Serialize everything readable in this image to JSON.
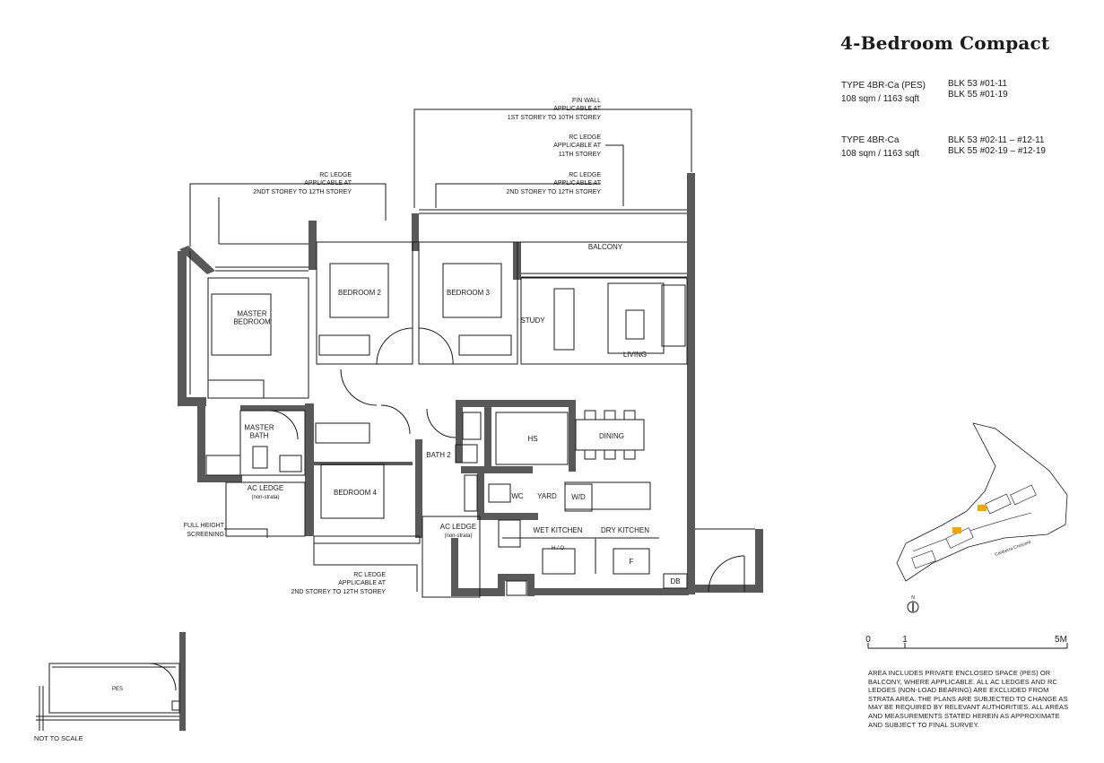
{
  "header": {
    "title": "4-Bedroom Compact"
  },
  "unit_types": [
    {
      "type": "TYPE 4BR-Ca (PES)",
      "area": "108 sqm / 1163 sqft",
      "blocks": [
        "BLK 53 #01-11",
        "BLK 55 #01-19"
      ]
    },
    {
      "type": "TYPE 4BR-Ca",
      "area": "108 sqm / 1163 sqft",
      "blocks": [
        "BLK 53  #02-11  – #12-11",
        "BLK 55  #02-19  – #12-19"
      ]
    }
  ],
  "rooms": {
    "master_bedroom": "MASTER\nBEDROOM",
    "bedroom2": "BEDROOM 2",
    "bedroom3": "BEDROOM 3",
    "bedroom4": "BEDROOM 4",
    "balcony": "BALCONY",
    "study": "STUDY",
    "living": "LIVING",
    "dining": "DINING",
    "hs": "HS",
    "master_bath": "MASTER\nBATH",
    "bath2": "BATH 2",
    "wc": "WC",
    "yard": "YARD",
    "wd": "W/D",
    "wet_kitchen": "WET KITCHEN",
    "dry_kitchen": "DRY KITCHEN",
    "ho": "H / O",
    "fridge": "F",
    "db": "DB",
    "ac_ledge_1": "AC LEDGE",
    "ac_ledge_1_sub": "(non-strata)",
    "ac_ledge_2": "AC LEDGE",
    "ac_ledge_2_sub": "(non-strata)"
  },
  "annotations": {
    "fin_wall": [
      "FIN WALL",
      "APPLICABLE AT",
      "1ST STOREY TO 10TH STOREY"
    ],
    "rc_ledge_11": [
      "RC LEDGE",
      "APPLICABLE AT",
      "11TH STOREY"
    ],
    "rc_ledge_top": [
      "RC LEDGE",
      "APPLICABLE AT",
      "2ND STOREY TO 12TH  STOREY"
    ],
    "rc_ledge_left": [
      "RC LEDGE",
      "APPLICABLE AT",
      "2NDT STOREY TO 12TH STOREY"
    ],
    "full_height": [
      "FULL HEIGHT",
      "SCREENING"
    ],
    "rc_ledge_bottom": [
      "RC LEDGE",
      "APPLICABLE AT",
      "2ND STOREY TO 12TH  STOREY"
    ]
  },
  "pes_inset": {
    "label": "PES",
    "caption": "NOT TO SCALE"
  },
  "site_plan": {
    "road_label": "Canberra Crescent",
    "north": "N",
    "highlight_color": "#f0a500"
  },
  "scale_bar": {
    "labels": [
      "0",
      "1",
      "5M"
    ]
  },
  "disclaimer": "Area includes private enclosed space (PES) or balcony, where applicable. All AC ledges and RC ledges (non-load bearing) are excluded from strata area. The plans are subjected to change as may be required by relevant authorities. All areas and measurements stated herein as approximate and subject to final survey.",
  "colors": {
    "wall": "#595959",
    "line": "#1a1a1a",
    "accent": "#f0a500"
  }
}
